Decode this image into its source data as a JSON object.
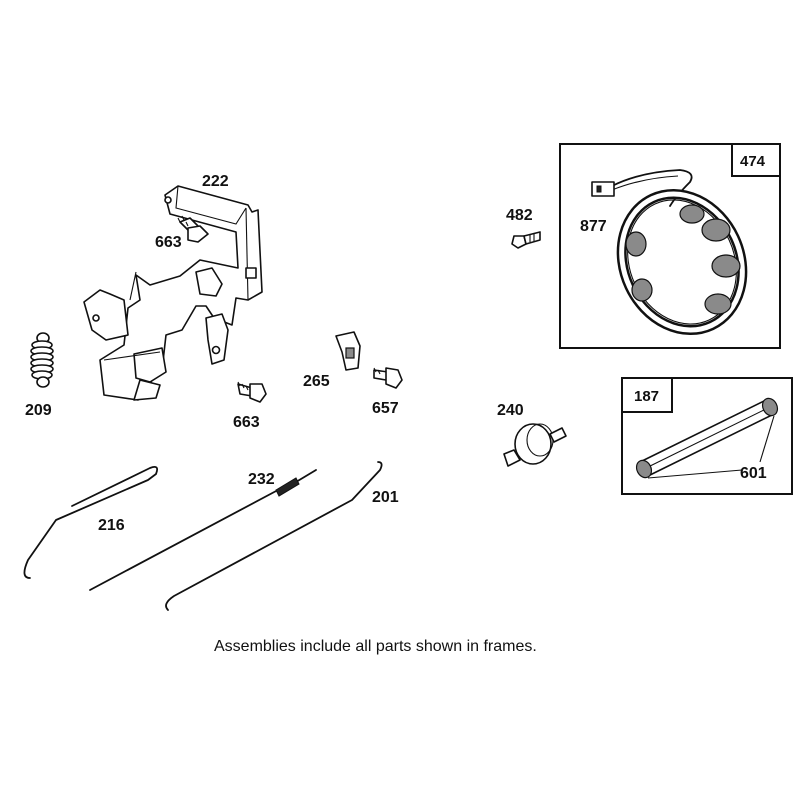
{
  "labels": {
    "p222": "222",
    "p663a": "663",
    "p663b": "663",
    "p209": "209",
    "p265": "265",
    "p657": "657",
    "p232": "232",
    "p201": "201",
    "p216": "216",
    "p482": "482",
    "p877": "877",
    "p474": "474",
    "p240": "240",
    "p187": "187",
    "p601": "601"
  },
  "caption": "Assemblies include all parts shown in frames."
}
